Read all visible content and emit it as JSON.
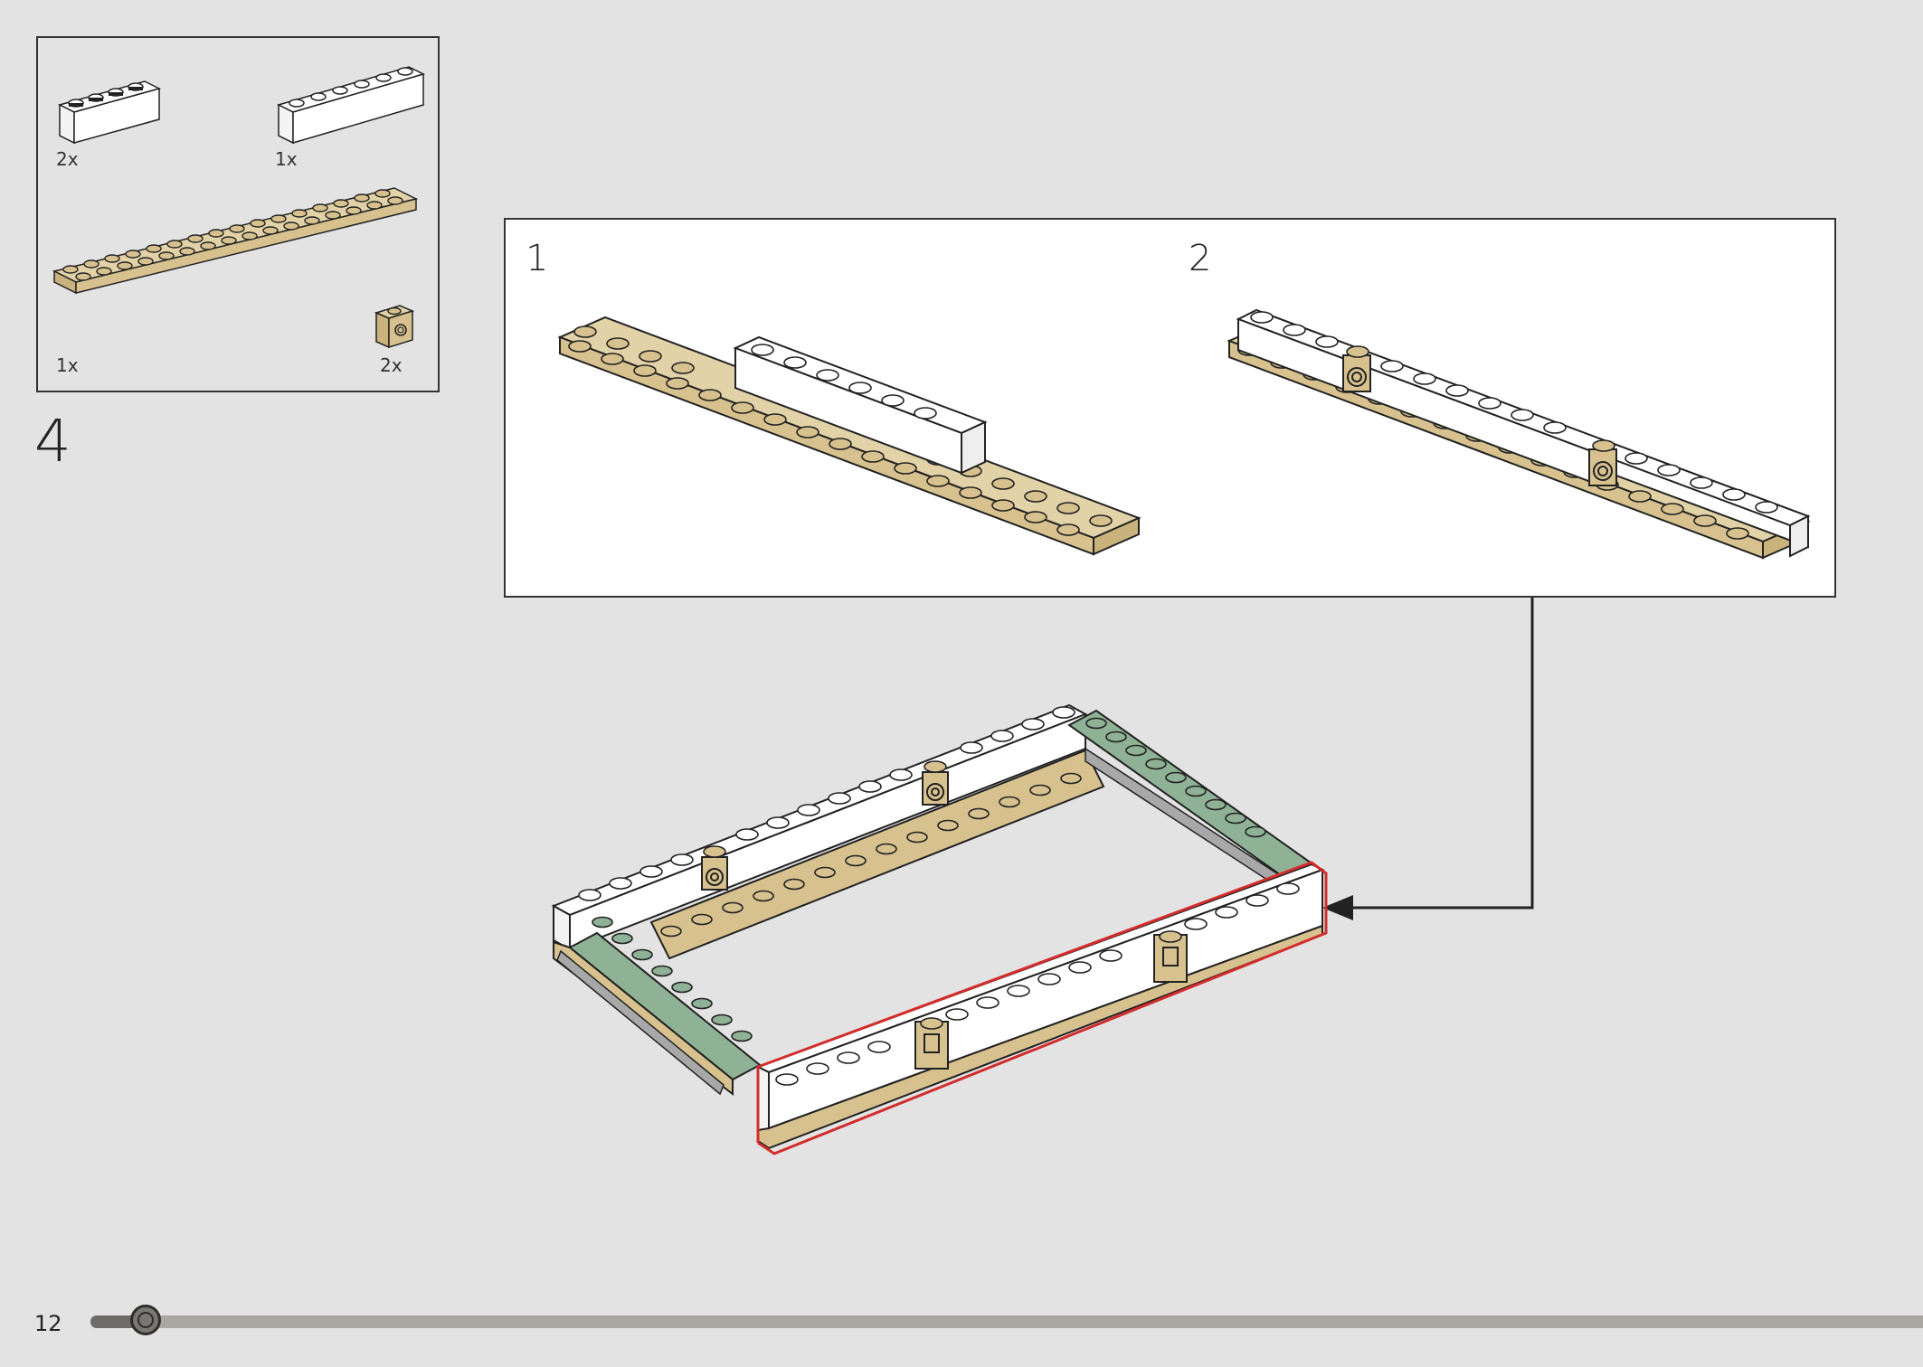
{
  "parts_list": [
    {
      "part": "white-brick-1x4",
      "qty": "2x"
    },
    {
      "part": "white-brick-1x6",
      "qty": "1x"
    },
    {
      "part": "tan-plate-2x16",
      "qty": "1x"
    },
    {
      "part": "tan-brick-1x1-with-side-stud",
      "qty": "2x"
    }
  ],
  "step_number": "4",
  "substeps": [
    {
      "number": "1"
    },
    {
      "number": "2"
    }
  ],
  "page_number": "12",
  "progress": {
    "fraction": 0.03
  },
  "colors": {
    "background": "#e3e3e3",
    "white_brick": "#ffffff",
    "tan": "#d7c28f",
    "green": "#8fb296",
    "highlight": "#d42c2c",
    "outline": "#222222"
  }
}
